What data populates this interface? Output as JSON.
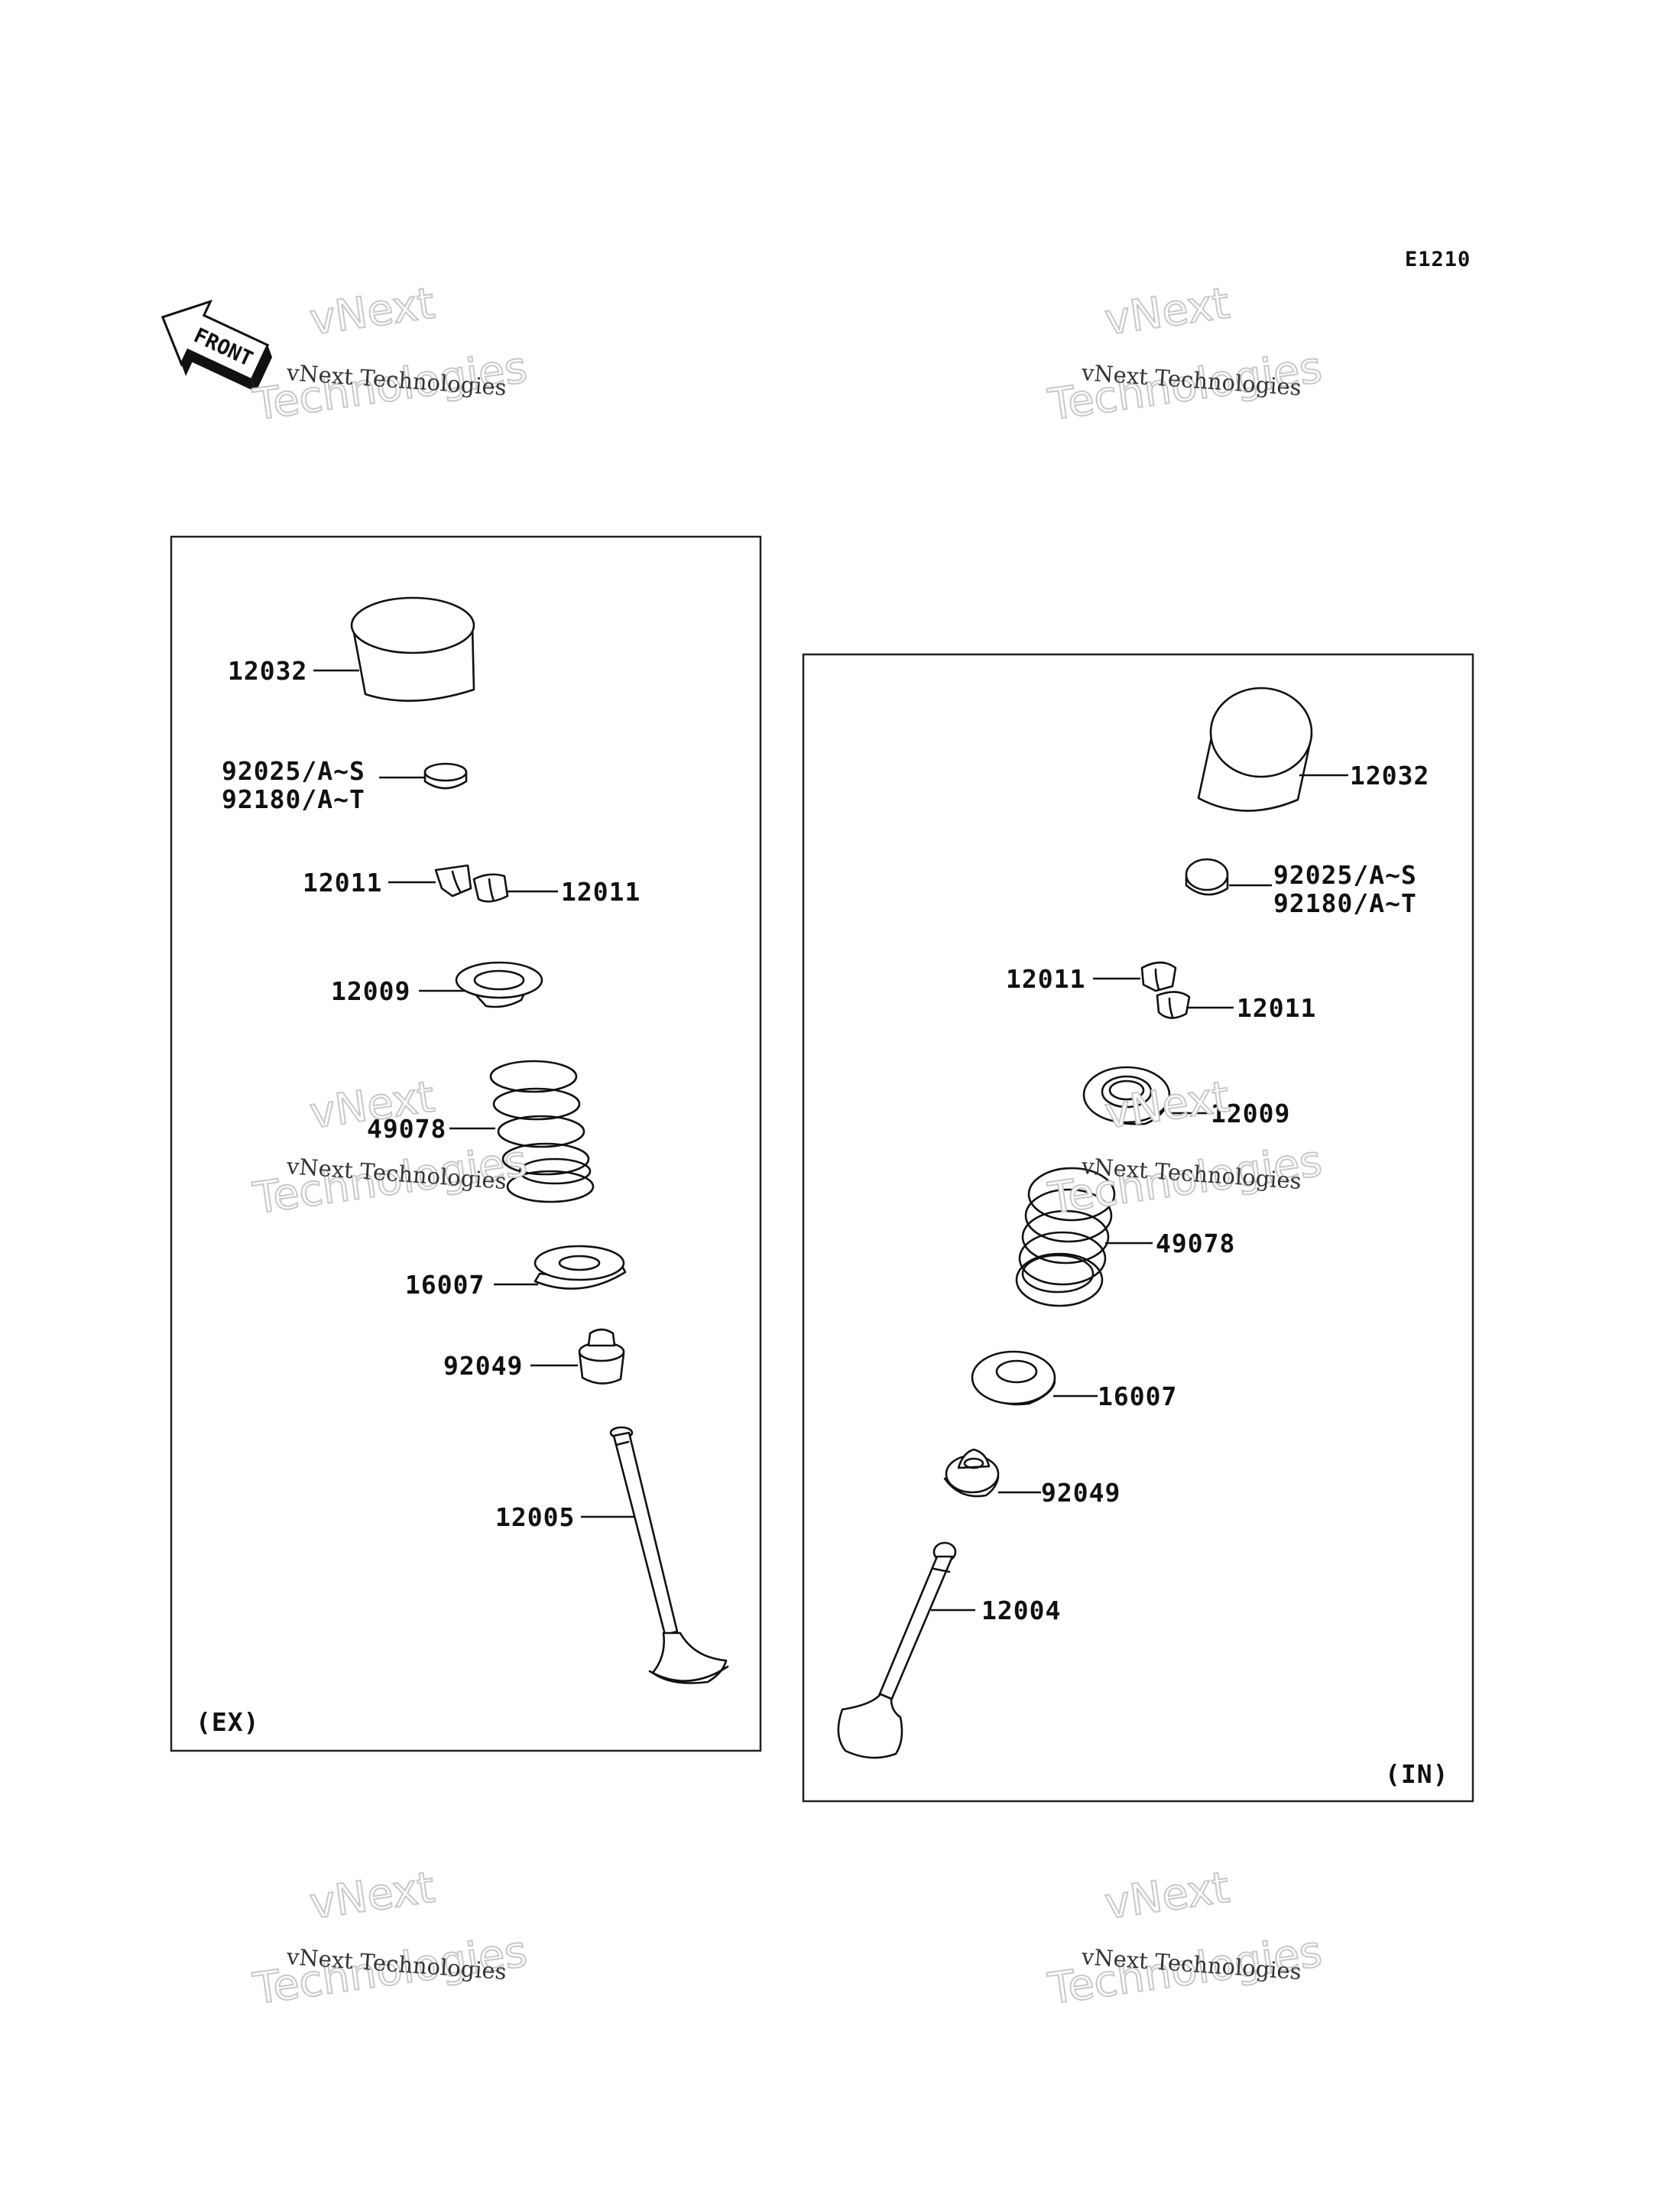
{
  "diagram_code": "E1210",
  "front_label": "FRONT",
  "watermark": {
    "line1": "vNext Technologies",
    "line2": "vNext",
    "line3": "Technologies"
  },
  "exhaust_panel": {
    "tag": "(EX)",
    "labels": {
      "tappet": "12032",
      "shim_a": "92025/A~S",
      "shim_b": "92180/A~T",
      "cotter_left": "12011",
      "cotter_right": "12011",
      "retainer": "12009",
      "spring": "49078",
      "spring_seat": "16007",
      "oil_seal": "92049",
      "valve": "12005"
    }
  },
  "intake_panel": {
    "tag": "(IN)",
    "labels": {
      "tappet": "12032",
      "shim_a": "92025/A~S",
      "shim_b": "92180/A~T",
      "cotter_left": "12011",
      "cotter_right": "12011",
      "retainer": "12009",
      "spring": "49078",
      "spring_seat": "16007",
      "oil_seal": "92049",
      "valve": "12004"
    }
  }
}
